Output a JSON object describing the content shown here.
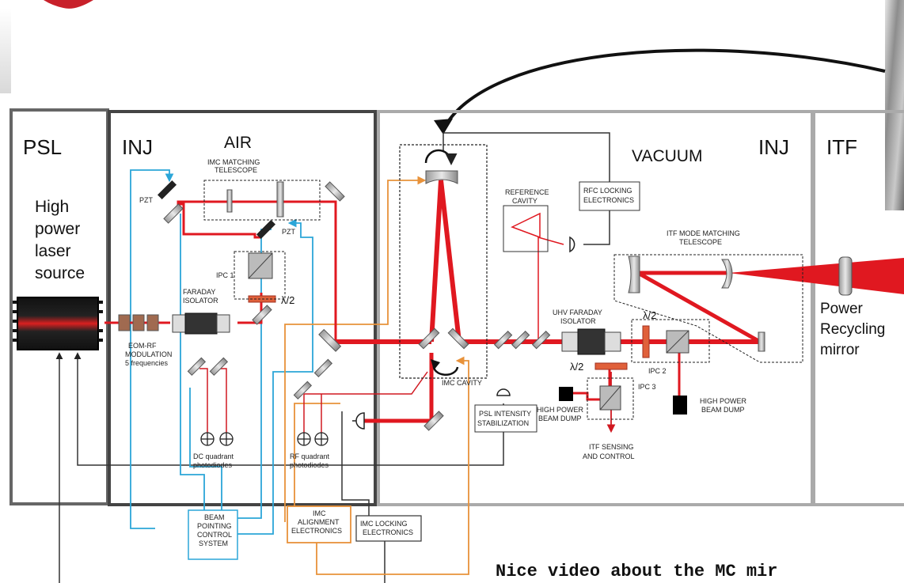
{
  "sections": {
    "psl": "PSL",
    "inj_air": "INJ",
    "air": "AIR",
    "vacuum": "VACUUM",
    "inj_vacuum": "INJ",
    "itf": "ITF"
  },
  "psl_description": [
    "High",
    "power",
    "laser",
    "source"
  ],
  "itf_description": [
    "Power",
    "Recycling",
    "mirror"
  ],
  "labels": {
    "imc_matching_telescope": [
      "IMC MATCHING",
      "TELESCOPE"
    ],
    "pzt_1": "PZT",
    "pzt_2": "PZT",
    "ipc1": "IPC 1",
    "faraday_isolator": [
      "FARADAY",
      "ISOLATOR"
    ],
    "lambda_half_1": "λ/2",
    "eom": [
      "EOM-RF",
      "MODULATION",
      "5 frequencies"
    ],
    "dc_quadrant": [
      "DC quadrant",
      "photodiodes"
    ],
    "rf_quadrant": [
      "RF quadrant",
      "photodiodes"
    ],
    "beam_pointing": [
      "BEAM",
      "POINTING",
      "CONTROL",
      "SYSTEM"
    ],
    "imc_alignment": [
      "IMC",
      "ALIGNMENT",
      "ELECTRONICS"
    ],
    "imc_locking": [
      "IMC LOCKING",
      "ELECTRONICS"
    ],
    "reference_cavity": [
      "REFERENCE",
      "CAVITY"
    ],
    "rfc_locking": [
      "RFC LOCKING",
      "ELECTRONICS"
    ],
    "imc_cavity": "IMC  CAVITY",
    "psl_intensity": [
      "PSL INTENSITY",
      "STABILIZATION"
    ],
    "uhv_faraday": [
      "UHV FARADAY",
      "ISOLATOR"
    ],
    "lambda_half_2": "λ/2",
    "lambda_half_3": "λ/2",
    "ipc2": "IPC 2",
    "ipc3": "IPC 3",
    "hp_dump_1": [
      "HIGH POWER",
      "BEAM DUMP"
    ],
    "hp_dump_2": [
      "HIGH POWER",
      "BEAM DUMP"
    ],
    "itf_sensing": [
      "ITF SENSING",
      "AND CONTROL"
    ],
    "itf_mode_matching": [
      "ITF MODE MATCHING",
      "TELESCOPE"
    ]
  },
  "caption": "Nice video about the MC mir",
  "colors": {
    "beam": "#e01820",
    "feedback_blue": "#2ba6d8",
    "feedback_orange": "#e8923a",
    "signal_red": "#d01820",
    "frame": "#555555"
  }
}
